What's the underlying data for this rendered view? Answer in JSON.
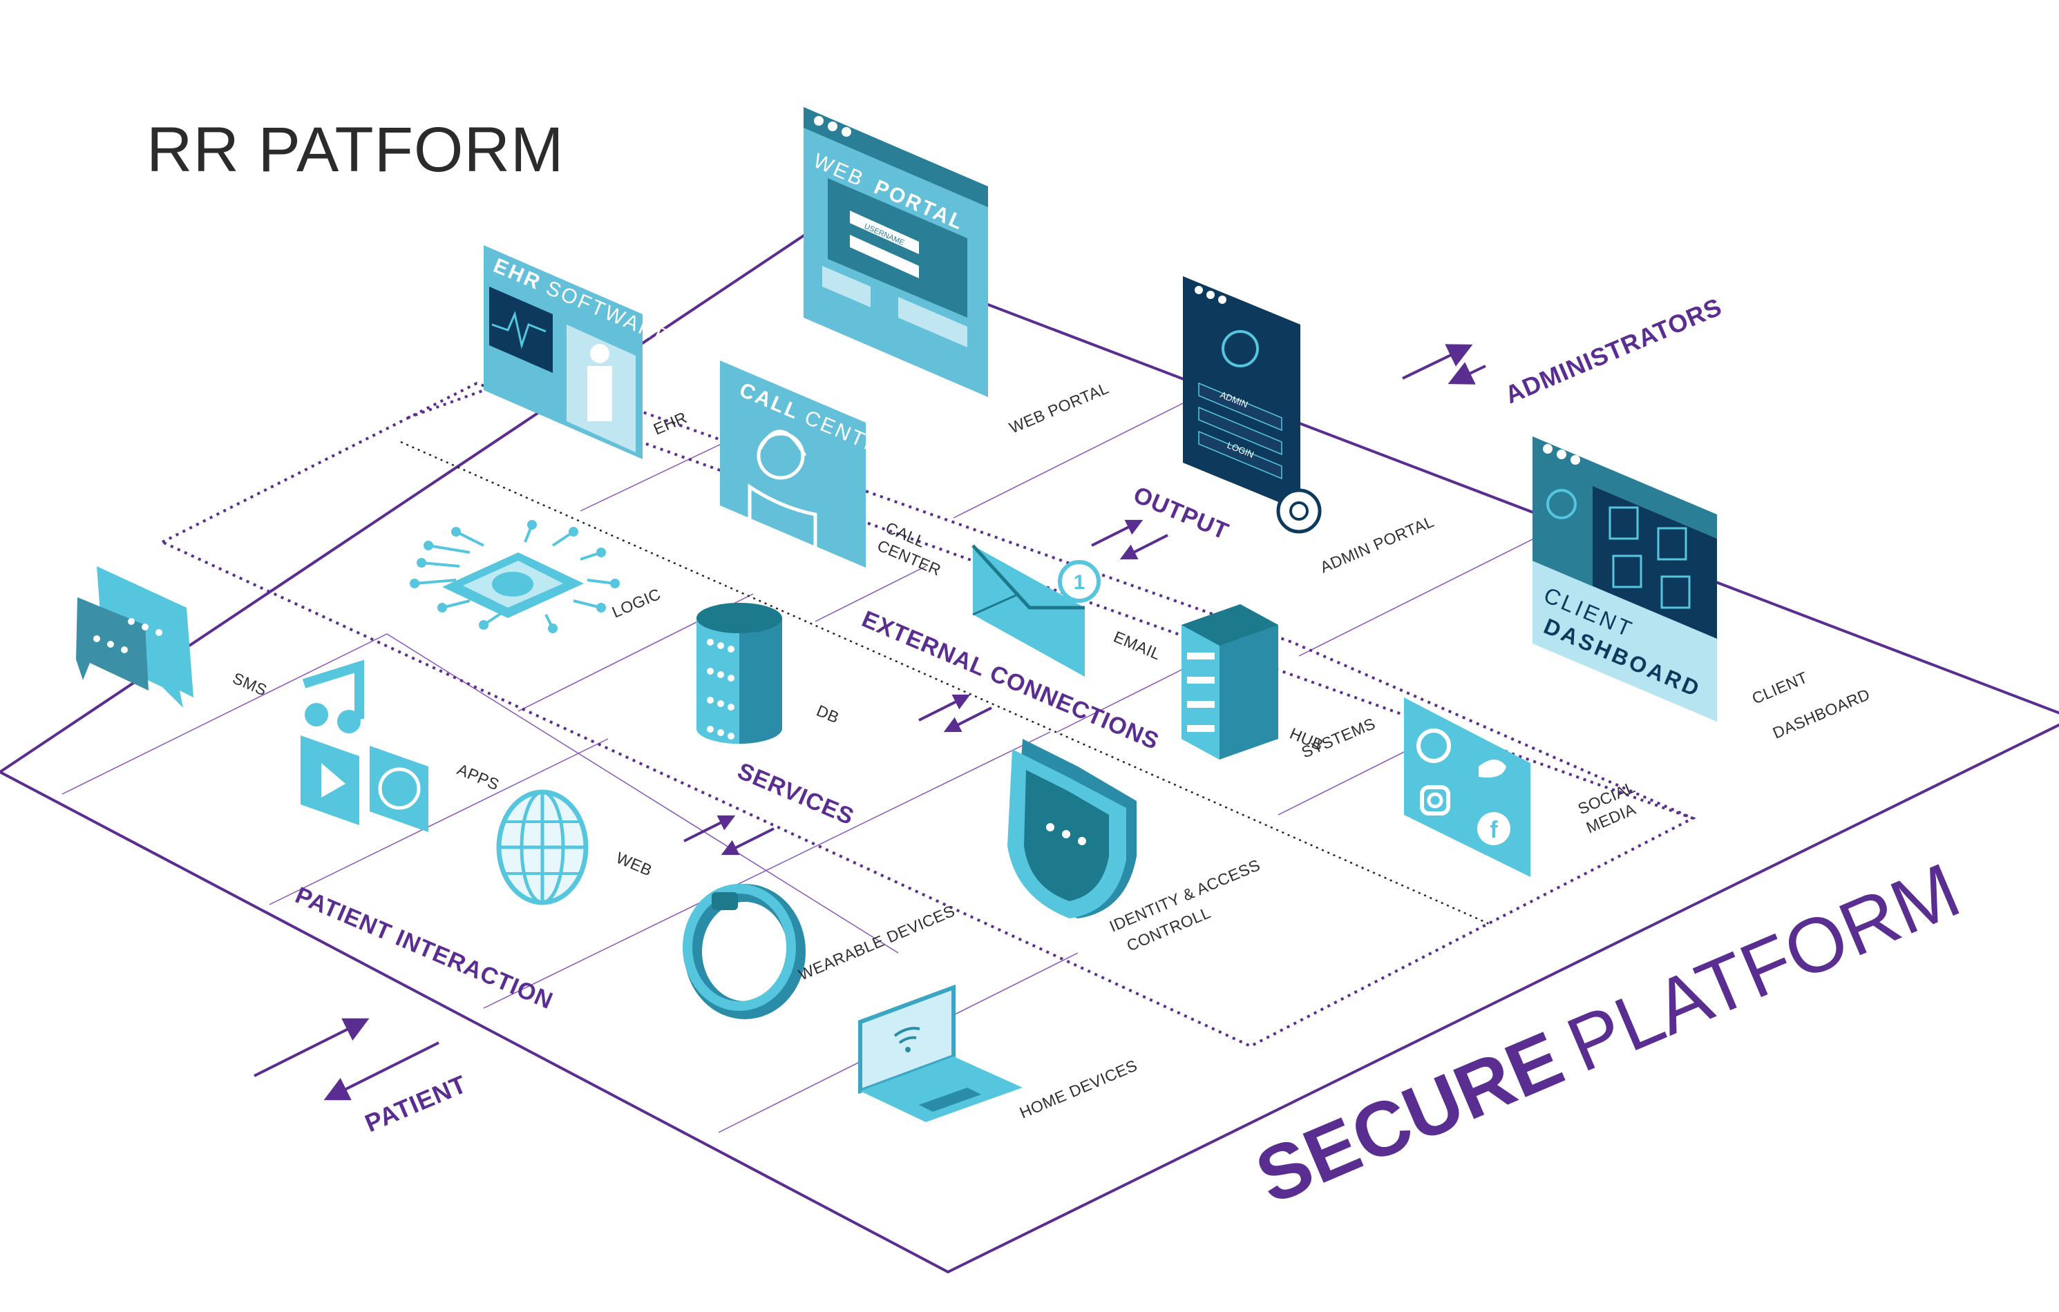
{
  "title": "RR PATFORM",
  "platform_label": {
    "bold": "SECURE",
    "light": "PLATFORM"
  },
  "zones": {
    "patient_interaction": "PATIENT INTERACTION",
    "services": "SERVICES",
    "external_connections": "EXTERNAL CONNECTIONS",
    "output": "OUTPUT"
  },
  "actors": {
    "patient": "PATIENT",
    "administrators": "ADMINISTRATORS"
  },
  "components": {
    "sms": "SMS",
    "apps": "APPS",
    "web": "WEB",
    "wearable": "WEARABLE DEVICES",
    "home": "HOME DEVICES",
    "logic": "LOGIC",
    "db": "DB",
    "identity_1": "IDENTITY & ACCESS",
    "identity_2": "CONTROLL",
    "ehr": "EHR",
    "call_center_1": "CALL",
    "call_center_2": "CENTER",
    "email": "EMAIL",
    "hub_1": "HUB",
    "hub_2": "SYSTEMS",
    "social_1": "SOCIAL",
    "social_2": "MEDIA",
    "web_portal": "WEB PORTAL",
    "admin_portal": "ADMIN PORTAL",
    "client_dashboard_1": "CLIENT",
    "client_dashboard_2": "DASHBOARD"
  },
  "screens": {
    "ehr": {
      "bold": "EHR",
      "light": "SOFTWARE"
    },
    "web_portal": {
      "light": "WEB",
      "bold": "PORTAL",
      "username": "USERNAME"
    },
    "call_center": {
      "bold": "CALL",
      "light": "CENTER"
    },
    "admin": {
      "user": "ADMIN",
      "login": "LOGIN"
    },
    "client_dashboard": {
      "light": "CLIENT",
      "bold": "DASHBOARD"
    },
    "email_badge": "1"
  },
  "colors": {
    "purple": "#5a2d91",
    "teal_light": "#64bfd8",
    "teal_mid": "#3aa6c4",
    "teal_dark": "#1c7a8c",
    "navy": "#0d3a5c"
  }
}
